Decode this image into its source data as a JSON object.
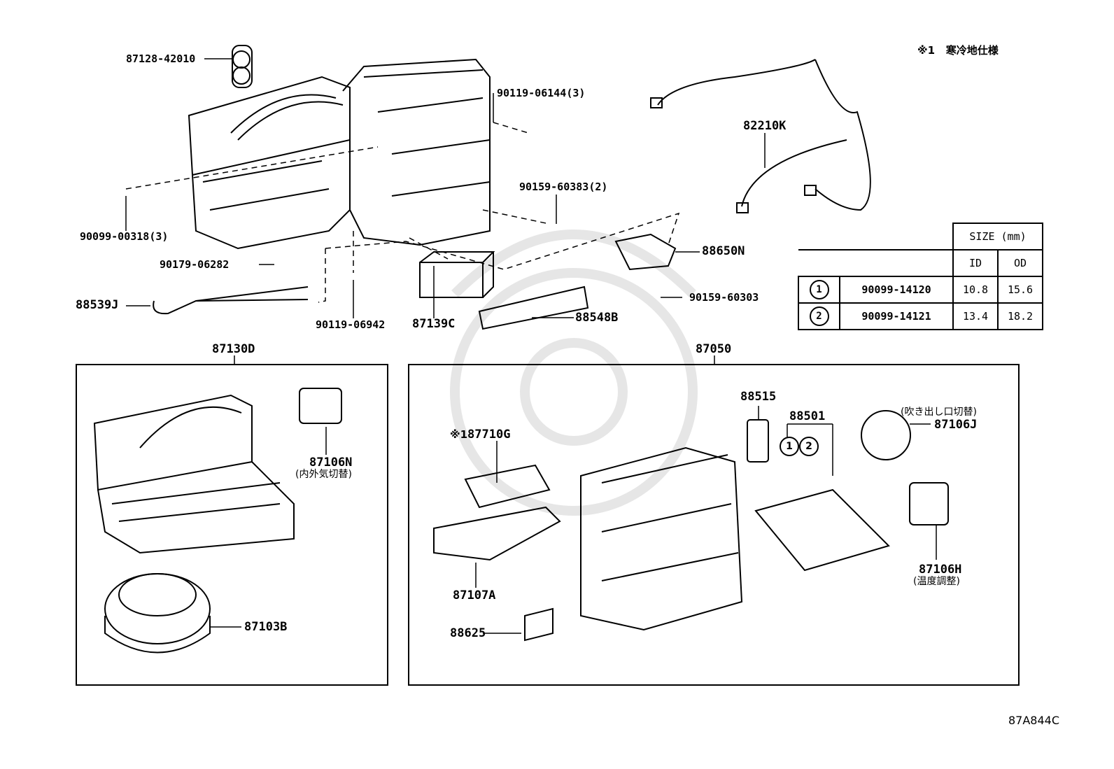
{
  "note": {
    "mark": "※1",
    "text": "寒冷地仕様"
  },
  "labels": {
    "p87128": "87128-42010",
    "p90119_06144": "90119-06144(3)",
    "p82210K": "82210K",
    "p90159_60383": "90159-60383(2)",
    "p90099_00318": "90099-00318(3)",
    "p88650N": "88650N",
    "p90179": "90179-06282",
    "p90159_60303": "90159-60303",
    "p88539J": "88539J",
    "p90119_06942": "90119-06942",
    "p87139C": "87139C",
    "p88548B": "88548B",
    "p87130D": "87130D",
    "p87050": "87050",
    "p87106N": "87106N",
    "p87106N_note": "(内外気切替)",
    "p87103B": "87103B",
    "p88515": "88515",
    "p88501": "88501",
    "p87106J_note": "(吹き出し口切替)",
    "p87106J": "87106J",
    "p87710G_mark": "※1",
    "p87710G": "87710G",
    "p87107A": "87107A",
    "p88625": "88625",
    "p87106H": "87106H",
    "p87106H_note": "(温度調整)",
    "circle1": "1",
    "circle2": "2",
    "figure_code": "87A844C"
  },
  "size_table": {
    "header": "SIZE (mm)",
    "col_id": "ID",
    "col_od": "OD",
    "rows": [
      {
        "mark": "1",
        "part": "90099-14120",
        "id": "10.8",
        "od": "15.6"
      },
      {
        "mark": "2",
        "part": "90099-14121",
        "id": "13.4",
        "od": "18.2"
      }
    ]
  }
}
